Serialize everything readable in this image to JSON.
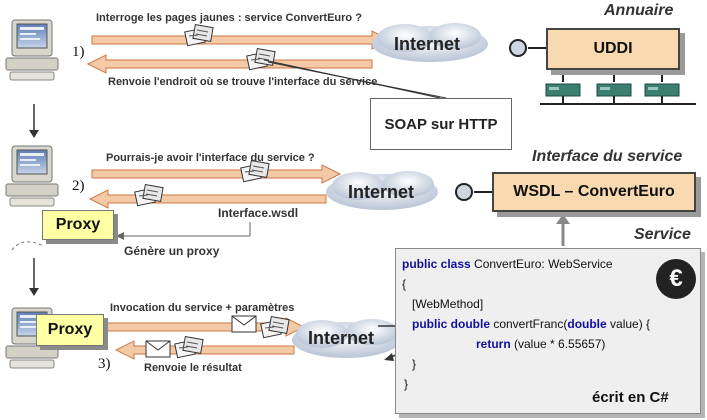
{
  "sections": {
    "annuaire": "Annuaire",
    "interface": "Interface du service",
    "service": "Service"
  },
  "boxes": {
    "uddi": "UDDI",
    "wsdl": "WSDL – ConvertEuro",
    "soap": "SOAP sur HTTP",
    "proxy": "Proxy"
  },
  "internet_label": "Internet",
  "steps": {
    "one": {
      "number": "1)",
      "request": "Interroge les pages jaunes : service ConvertEuro ?",
      "response": "Renvoie l'endroit où se trouve l'interface du service"
    },
    "two": {
      "number": "2)",
      "request": "Pourrais-je avoir l'interface du service ?",
      "file": "Interface.wsdl",
      "generate": "Génère un proxy"
    },
    "three": {
      "number": "3)",
      "request": "Invocation du service + paramètres",
      "response": "Renvoie le résultat"
    }
  },
  "code": {
    "line1_kw": "public class",
    "line1_rest": " ConvertEuro: WebService",
    "line2": "{",
    "line3": "[WebMethod]",
    "line4_kw1": "public double",
    "line4_mid": " convertFranc(",
    "line4_kw2": "double",
    "line4_end": " value) {",
    "line5_kw": "return",
    "line5_rest": " (value * 6.55657)",
    "line6": "}",
    "line7": "}",
    "footer": "écrit en C#"
  },
  "euro_symbol": "€",
  "colors": {
    "arrow_fill": "#f3c9a6",
    "arrow_stroke": "#cc7744",
    "box_fill": "#f8d9b0",
    "proxy_fill": "#ffffa3",
    "code_bg": "#efefef",
    "keyword": "#1010a0",
    "server_green": "#2d6b5e"
  }
}
